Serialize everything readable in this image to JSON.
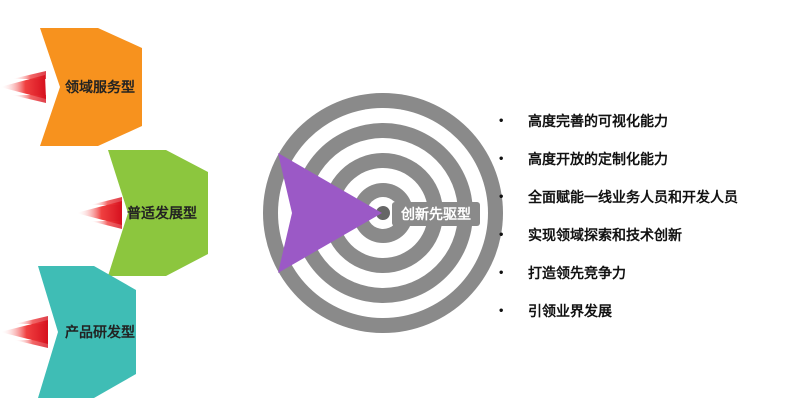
{
  "types": [
    {
      "label": "领域服务型",
      "color": "#F7921E"
    },
    {
      "label": "普适发展型",
      "color": "#8CC63E"
    },
    {
      "label": "产品研发型",
      "color": "#3FBDB5"
    }
  ],
  "target": {
    "label": "创新先驱型",
    "arrow_color": "#9B59C6",
    "ring_color": "#8A8A8A"
  },
  "bullets": [
    {
      "marker": "•",
      "text": "高度完善的可视化能力"
    },
    {
      "marker": "•",
      "text": "高度开放的定制化能力"
    },
    {
      "marker": "•",
      "text": "全面赋能一线业务人员和开发人员"
    },
    {
      "marker": "•",
      "text": "实现领域探索和技术创新"
    },
    {
      "marker": "•",
      "text": "打造领先竞争力"
    },
    {
      "marker": "•",
      "text": "引领业界发展"
    }
  ],
  "flame_color": "#E8202A"
}
